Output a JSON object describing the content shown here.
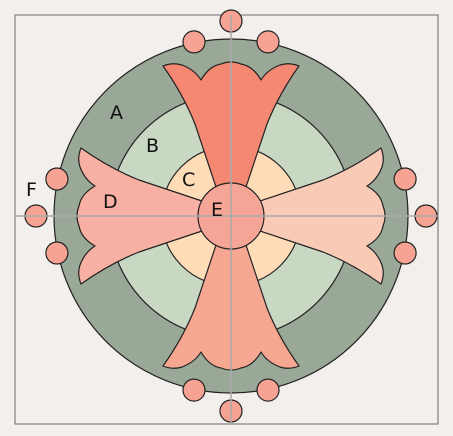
{
  "labels": {
    "a": "A",
    "b": "B",
    "c": "C",
    "d": "D",
    "e": "E",
    "f": "F"
  },
  "colors": {
    "background": "#f2efec",
    "frame": "#6b6b6b",
    "ring_a": "#9aa898",
    "ring_b": "#c9d8c3",
    "ring_c": "#ffdcb8",
    "arm_top": "#f48873",
    "arm_bottom": "#f6a792",
    "arm_left": "#f8b0a4",
    "arm_right": "#f9cbb6",
    "center": "#f5a596",
    "dots": "#f6a393",
    "outline": "#222222",
    "crosshair": "#a9a9a9"
  }
}
